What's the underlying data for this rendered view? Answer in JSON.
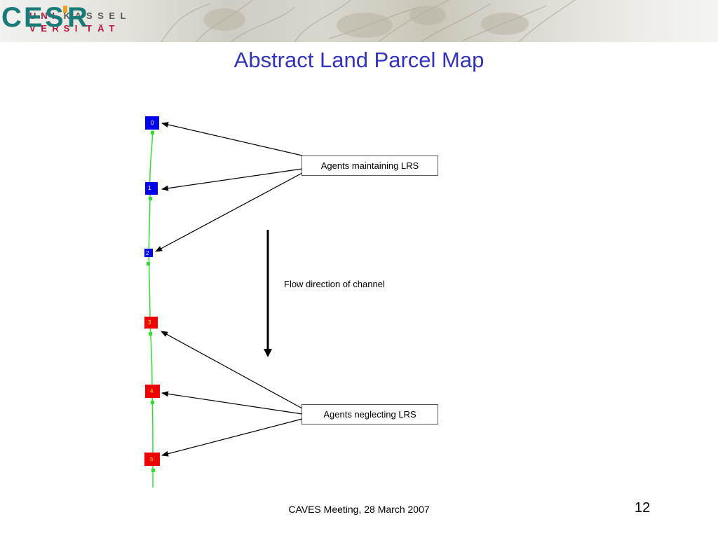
{
  "logo": {
    "row1": [
      "U",
      "N",
      "I",
      "K",
      "A",
      "S",
      "S",
      "E",
      "L"
    ],
    "row2": [
      "V",
      "E",
      "R",
      "S",
      "I",
      "T",
      "Ä",
      "T"
    ],
    "cesr_letters": [
      "C",
      "E",
      "S",
      "R"
    ]
  },
  "slide": {
    "title": "Abstract Land Parcel Map",
    "footer": "CAVES Meeting, 28 March 2007",
    "page_number": "12"
  },
  "diagram": {
    "parcels": [
      {
        "label": "0",
        "group": "maintaining"
      },
      {
        "label": "1",
        "group": "maintaining"
      },
      {
        "label": "2",
        "group": "maintaining"
      },
      {
        "label": "3",
        "group": "neglecting"
      },
      {
        "label": "4",
        "group": "neglecting"
      },
      {
        "label": "5",
        "group": "neglecting"
      }
    ],
    "callouts": {
      "maintaining": "Agents maintaining LRS",
      "neglecting": "Agents neglecting LRS"
    },
    "flow_label": "Flow direction of channel",
    "colors": {
      "maintaining": "#0000ee",
      "neglecting": "#ee0000",
      "channel": "#33dd33",
      "node_text_maintaining": "#ffffff",
      "node_text_neglecting": "#ffee00",
      "title": "#3333bb",
      "cesr": "#1a7a78",
      "cesr_accent": "#f0a020",
      "kassel_red": "#b5153e"
    }
  }
}
